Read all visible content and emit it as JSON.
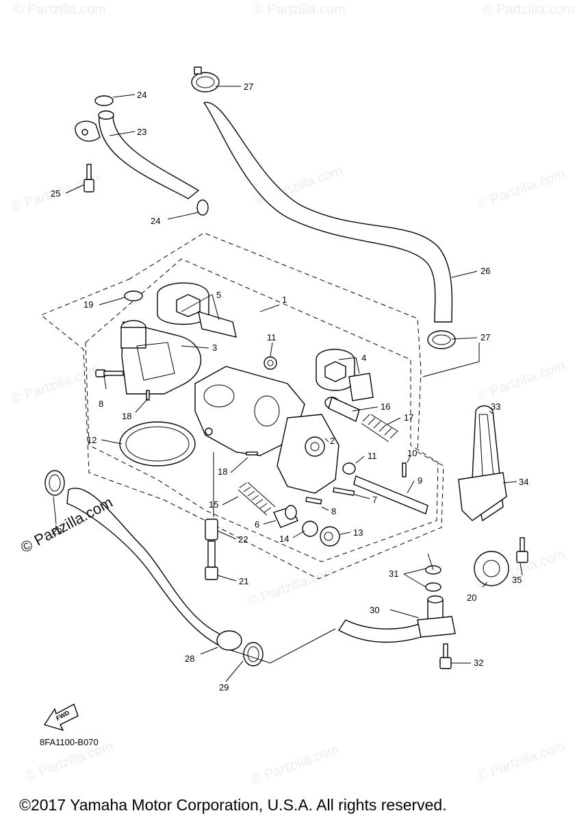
{
  "watermark": "© Partzilla.com",
  "brand_label": "© Partzilla.com",
  "diagram_code": "8FA1100-B070",
  "fwd_label": "FWD",
  "copyright": "©2017 Yamaha Motor Corporation, U.S.A. All rights reserved.",
  "callouts": {
    "c1": "1",
    "c2": "2",
    "c3": "3",
    "c4": "4",
    "c5": "5",
    "c6": "6",
    "c7": "7",
    "c8a": "8",
    "c8b": "8",
    "c9": "9",
    "c10": "10",
    "c11a": "11",
    "c11b": "11",
    "c12": "12",
    "c13": "13",
    "c14": "14",
    "c15": "15",
    "c16": "16",
    "c17": "17",
    "c18a": "18",
    "c18b": "18",
    "c19": "19",
    "c20": "20",
    "c21": "21",
    "c22": "22",
    "c23": "23",
    "c24a": "24",
    "c24b": "24",
    "c25": "25",
    "c26": "26",
    "c27a": "27",
    "c27b": "27",
    "c28": "28",
    "c29a": "29",
    "c29b": "29",
    "c30": "30",
    "c31": "31",
    "c32": "32",
    "c33": "33",
    "c34": "34",
    "c35": "35"
  }
}
